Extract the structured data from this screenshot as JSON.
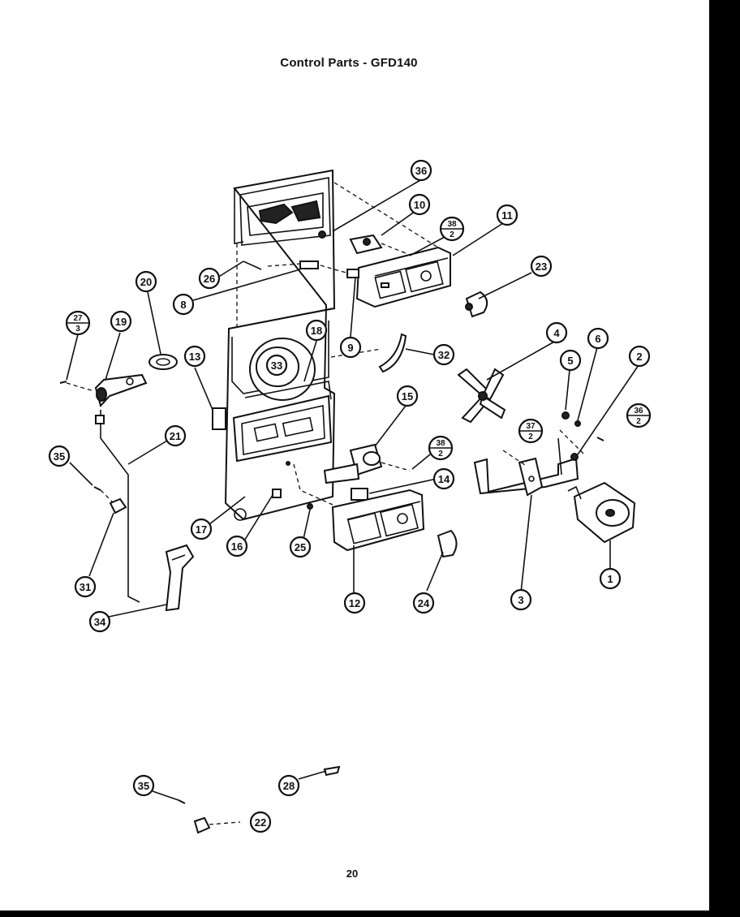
{
  "title": "Control Parts - GFD140",
  "page_number": "20",
  "callouts": [
    {
      "id": "c36a",
      "label": "36"
    },
    {
      "id": "c10",
      "label": "10"
    },
    {
      "id": "c38a",
      "num": "38",
      "den": "2"
    },
    {
      "id": "c11",
      "label": "11"
    },
    {
      "id": "c23",
      "label": "23"
    },
    {
      "id": "c26",
      "label": "26"
    },
    {
      "id": "c8",
      "label": "8"
    },
    {
      "id": "c20",
      "label": "20"
    },
    {
      "id": "c27",
      "num": "27",
      "den": "3"
    },
    {
      "id": "c19",
      "label": "19"
    },
    {
      "id": "c13",
      "label": "13"
    },
    {
      "id": "c18",
      "label": "18"
    },
    {
      "id": "c33",
      "label": "33"
    },
    {
      "id": "c9",
      "label": "9"
    },
    {
      "id": "c32",
      "label": "32"
    },
    {
      "id": "c4",
      "label": "4"
    },
    {
      "id": "c5",
      "label": "5"
    },
    {
      "id": "c6",
      "label": "6"
    },
    {
      "id": "c2",
      "label": "2"
    },
    {
      "id": "c36b",
      "num": "36",
      "den": "2"
    },
    {
      "id": "c15",
      "label": "15"
    },
    {
      "id": "c21",
      "label": "21"
    },
    {
      "id": "c35a",
      "label": "35"
    },
    {
      "id": "c38b",
      "num": "38",
      "den": "2"
    },
    {
      "id": "c37",
      "num": "37",
      "den": "2"
    },
    {
      "id": "c14",
      "label": "14"
    },
    {
      "id": "c17",
      "label": "17"
    },
    {
      "id": "c16",
      "label": "16"
    },
    {
      "id": "c25",
      "label": "25"
    },
    {
      "id": "c31",
      "label": "31"
    },
    {
      "id": "c12",
      "label": "12"
    },
    {
      "id": "c24",
      "label": "24"
    },
    {
      "id": "c3",
      "label": "3"
    },
    {
      "id": "c1",
      "label": "1"
    },
    {
      "id": "c34",
      "label": "34"
    },
    {
      "id": "c35b",
      "label": "35"
    },
    {
      "id": "c28",
      "label": "28"
    },
    {
      "id": "c22",
      "label": "22"
    }
  ]
}
